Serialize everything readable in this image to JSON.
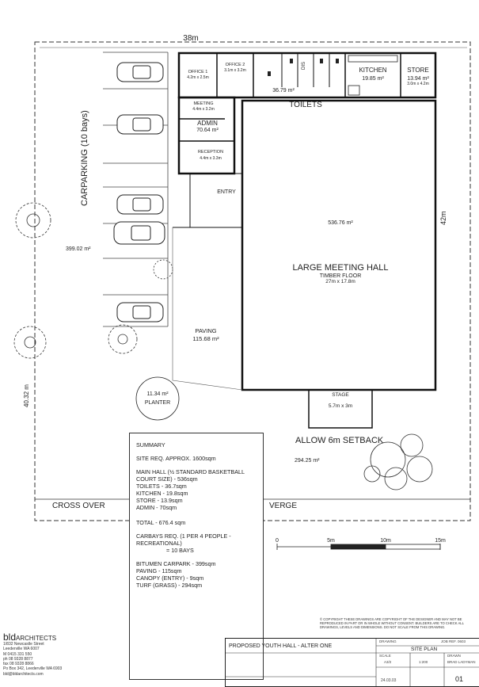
{
  "plan": {
    "overall_width": "38m",
    "overall_depth": "42m",
    "side_setback": "40.32 m",
    "rooms": {
      "office1": {
        "name": "OFFICE 1",
        "size": "4.2m x 2.5m"
      },
      "office2": {
        "name": "OFFICE 2",
        "size": "3.1m x 3.2m"
      },
      "dis": "DIS",
      "toilets_area": "36.79 m²",
      "kitchen": {
        "name": "KITCHEN",
        "area": "19.85 m²"
      },
      "store": {
        "name": "STORE",
        "area": "13.94 m²",
        "size": "3.0m x 4.2m"
      },
      "toilets": "TOILETS",
      "meeting": {
        "name": "MEETING",
        "size": "4.4m x 3.2m"
      },
      "admin": {
        "name": "ADMIN",
        "area": "70.64 m²"
      },
      "reception": {
        "name": "RECEPTION",
        "size": "4.4m x 3.3m"
      },
      "entry": "ENTRY",
      "hall": {
        "area": "536.76 m²",
        "name": "LARGE MEETING HALL",
        "floor": "TIMBER FLOOR",
        "size": "27m x 17.8m"
      },
      "stage": {
        "name": "STAGE",
        "size": "5.7m x 3m"
      }
    },
    "carparking": "CARPARKING (10 bays)",
    "carpark_area": "399.02 m²",
    "paving": {
      "name": "PAVING",
      "area": "115.68 m²"
    },
    "planter": {
      "area": "11.34 m²",
      "name": "PLANTER"
    },
    "setback": "ALLOW 6m SETBACK",
    "turf_area": "294.25 m²",
    "crossover": "CROSS OVER",
    "verge": "VERGE"
  },
  "summary": {
    "heading": "SUMMARY",
    "site_req": "SITE REQ. APPROX. 1600sqm",
    "main_hall_1": "MAIN HALL  (½ STANDARD BASKETBALL",
    "main_hall_2": "COURT SIZE) - 536sqm",
    "toilets": "TOILETS - 36.7sqm",
    "kitchen": "KITCHEN - 19.8sqm",
    "store": "STORE - 13.9sqm",
    "admin": "ADMIN - 70sqm",
    "total": "TOTAL - 676.4 sqm",
    "carbays_1": "CARBAYS REQ. (1 PER 4 PEOPLE -",
    "carbays_2": "RECREATIONAL)",
    "carbays_3": "= 10 BAYS",
    "bitumen": "BITUMEN CARPARK - 399sqm",
    "paving": "PAVING - 115sqm",
    "canopy": "CANOPY (ENTRY) - 9sqm",
    "turf": "TURF (GRASS) - 294sqm"
  },
  "scale": {
    "l0": "0",
    "l5": "5m",
    "l10": "10m",
    "l15": "15m"
  },
  "firm": {
    "name_a": "bld",
    "name_b": "ARCHITECTS",
    "address": [
      "1/832 Newcastle Street",
      "Leederville WA 6007",
      "M 0415 331 550",
      "ph 08 9328 8877",
      "fax 08 9328 8866",
      "Po Box 342, Leederville WA 6903",
      "bld@bldarchitects.com"
    ]
  },
  "copyright": "© COPYRIGHT THESE DRAWINGS ARE COPYRIGHT OF THE DESIGNER AND MAY NOT BE REPRODUCED IN PART OR IN WHOLE WITHOUT CONSENT. BUILDERS ARE TO CHECK ALL DRAWINGS, LEVELS AND DIMENSIONS. DO NOT SCALE FROM THIS DRAWING.",
  "title_block": {
    "project": "PROPOSED  YOUTH HALL - ALTER ONE",
    "drawing_label": "DRAWING",
    "drawing": "SITE PLAN",
    "job_ref": "JOB REF. 0603",
    "scale_label": "SCALE",
    "scale": "A3/2",
    "scale_ratio": "1:200",
    "drawn_label": "DRAWN",
    "drawn": "BRAD LADYMAN",
    "date": "24.03.03",
    "sheet": "01"
  }
}
